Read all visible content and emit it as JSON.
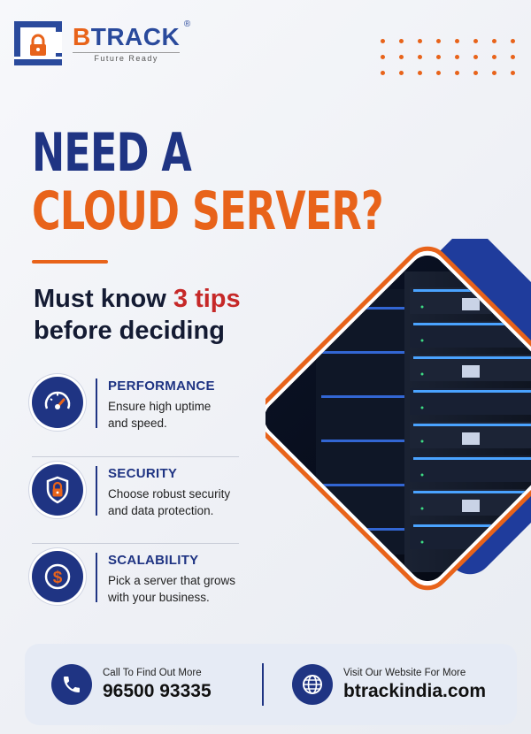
{
  "brand": {
    "name_first": "B",
    "name_rest": "TRACK",
    "registered": "®",
    "tagline": "Future Ready"
  },
  "headline": {
    "line1": "NEED A",
    "line2": "CLOUD SERVER?"
  },
  "subhead": {
    "before": "Must know ",
    "highlight": "3 tips",
    "after": "before deciding"
  },
  "tips": [
    {
      "title": "PERFORMANCE",
      "desc_line1": "Ensure high uptime",
      "desc_line2": "and speed.",
      "icon": "speedometer-icon"
    },
    {
      "title": "SECURITY",
      "desc_line1": "Choose robust security",
      "desc_line2": "and data protection.",
      "icon": "shield-lock-icon"
    },
    {
      "title": "SCALABILITY",
      "desc_line1": "Pick a server that grows",
      "desc_line2": "with your business.",
      "icon": "dollar-icon"
    }
  ],
  "contact": {
    "phone_label": "Call To Find Out More",
    "phone": "96500 93335",
    "web_label": "Visit Our Website For More",
    "web": "btrackindia.com"
  },
  "colors": {
    "navy": "#1f3483",
    "orange": "#e8631a",
    "red": "#c62828"
  }
}
